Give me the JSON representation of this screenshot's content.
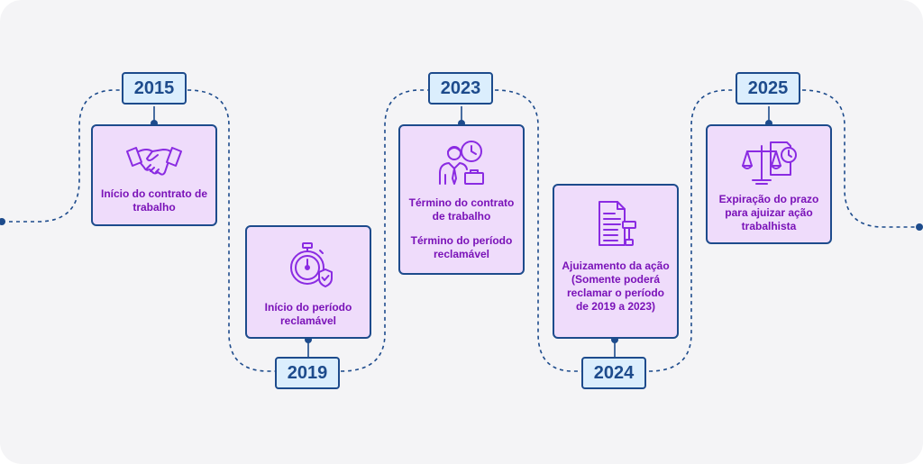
{
  "milestones": [
    {
      "year": "2015",
      "label": "Início do contrato de trabalho",
      "icon": "handshake-icon"
    },
    {
      "year": "2019",
      "label": "Início do período reclamável",
      "icon": "stopwatch-icon"
    },
    {
      "year": "2023",
      "label": "Término do contrato de trabalho",
      "label2": "Término do período reclamável",
      "icon": "businessman-clock-icon"
    },
    {
      "year": "2024",
      "label": "Ajuizamento da ação (Somente poderá reclamar o período de 2019 a 2023)",
      "icon": "document-gavel-icon"
    },
    {
      "year": "2025",
      "label": "Expiração do prazo para ajuizar ação trabalhista",
      "icon": "scales-clock-icon"
    }
  ],
  "colors": {
    "line": "#1d4b8c",
    "card_fill": "#efdcfb",
    "card_text": "#7a12b8",
    "icon": "#8a2be2",
    "year_fill": "#dbeefd"
  }
}
